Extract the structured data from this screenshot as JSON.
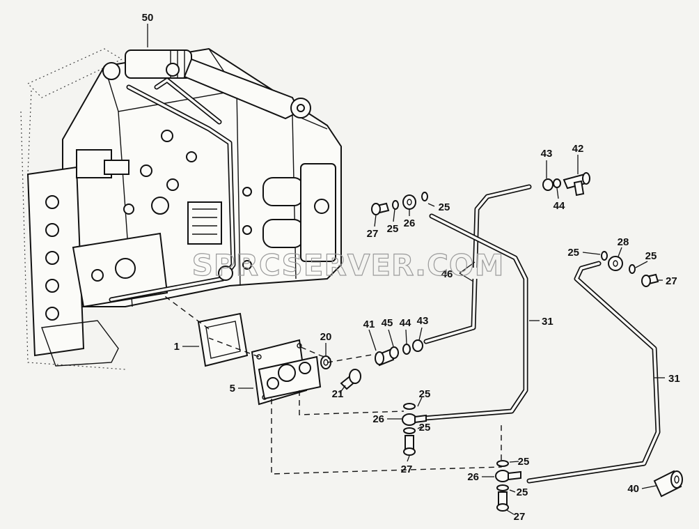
{
  "watermark": "SPRCSERVER.COM",
  "callouts": [
    {
      "id": "c50",
      "label": "50"
    },
    {
      "id": "c1",
      "label": "1"
    },
    {
      "id": "c5",
      "label": "5"
    },
    {
      "id": "c20",
      "label": "20"
    },
    {
      "id": "c21",
      "label": "21"
    },
    {
      "id": "c27a",
      "label": "27"
    },
    {
      "id": "c25a",
      "label": "25"
    },
    {
      "id": "c26a",
      "label": "26"
    },
    {
      "id": "c25b",
      "label": "25"
    },
    {
      "id": "c46",
      "label": "46"
    },
    {
      "id": "c43a",
      "label": "43"
    },
    {
      "id": "c42",
      "label": "42"
    },
    {
      "id": "c44a",
      "label": "44"
    },
    {
      "id": "c41",
      "label": "41"
    },
    {
      "id": "c45",
      "label": "45"
    },
    {
      "id": "c44b",
      "label": "44"
    },
    {
      "id": "c43b",
      "label": "43"
    },
    {
      "id": "c31a",
      "label": "31"
    },
    {
      "id": "c25c",
      "label": "25"
    },
    {
      "id": "c28",
      "label": "28"
    },
    {
      "id": "c25d",
      "label": "25"
    },
    {
      "id": "c27b",
      "label": "27"
    },
    {
      "id": "c31b",
      "label": "31"
    },
    {
      "id": "c25e",
      "label": "25"
    },
    {
      "id": "c26b",
      "label": "26"
    },
    {
      "id": "c25f",
      "label": "25"
    },
    {
      "id": "c27c",
      "label": "27"
    },
    {
      "id": "c25g",
      "label": "25"
    },
    {
      "id": "c26c",
      "label": "26"
    },
    {
      "id": "c25h",
      "label": "25"
    },
    {
      "id": "c27d",
      "label": "27"
    },
    {
      "id": "c40",
      "label": "40"
    }
  ]
}
